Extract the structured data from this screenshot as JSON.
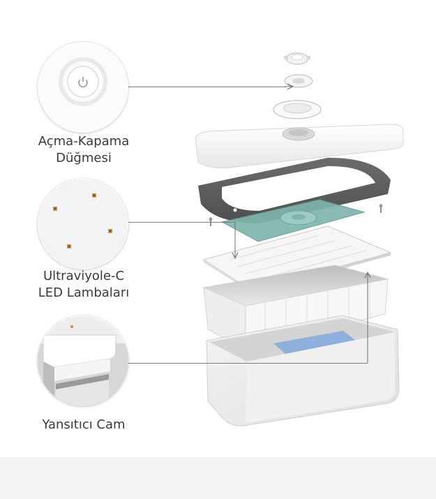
{
  "callouts": [
    {
      "id": "power-button",
      "label_line1": "Açma-Kapama",
      "label_line2": "Düğmesi",
      "icon": "power-icon"
    },
    {
      "id": "uvc-leds",
      "label_line1": "Ultraviyole-C",
      "label_line2": "LED Lambaları",
      "icon": "led-icon"
    },
    {
      "id": "reflective-glass",
      "label_line1": "Yansıtıcı Cam",
      "label_line2": "",
      "icon": "mirror-icon"
    }
  ],
  "colors": {
    "background": "#ffffff",
    "bottom_band": "#f5f3f1",
    "frame_gray": "#5e5e60",
    "pcb_teal": "#7fb5ad",
    "led_panel_blue": "#8fb0dd",
    "label_text": "#3a3a3a"
  }
}
